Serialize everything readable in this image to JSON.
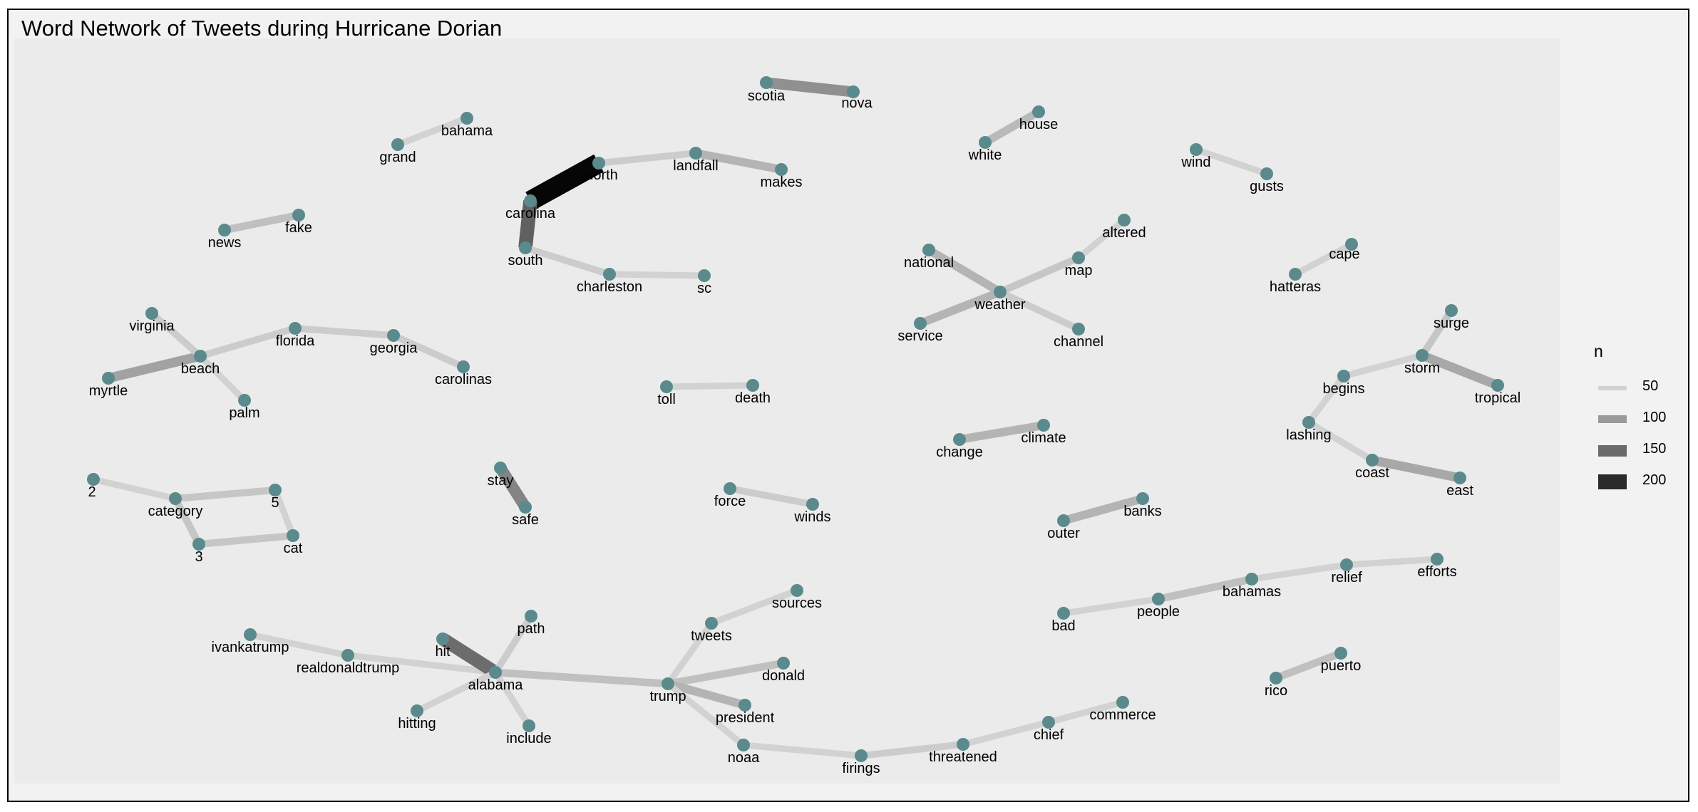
{
  "chart_data": {
    "type": "network",
    "title": "Word Network of Tweets during Hurricane Dorian",
    "node_color": "#5b8a8c",
    "legend": {
      "title": "n",
      "entries": [
        {
          "label": "50",
          "value": 50,
          "color": "#d2d2d2"
        },
        {
          "label": "100",
          "value": 100,
          "color": "#9a9a9a"
        },
        {
          "label": "150",
          "value": 150,
          "color": "#6a6a6a"
        },
        {
          "label": "200",
          "value": 200,
          "color": "#2a2a2a"
        }
      ]
    },
    "nodes": [
      {
        "id": "scotia",
        "label": "scotia"
      },
      {
        "id": "nova",
        "label": "nova"
      },
      {
        "id": "bahama",
        "label": "bahama"
      },
      {
        "id": "grand",
        "label": "grand"
      },
      {
        "id": "north",
        "label": "north"
      },
      {
        "id": "landfall",
        "label": "landfall"
      },
      {
        "id": "makes",
        "label": "makes"
      },
      {
        "id": "carolina",
        "label": "carolina"
      },
      {
        "id": "south",
        "label": "south"
      },
      {
        "id": "charleston",
        "label": "charleston"
      },
      {
        "id": "sc",
        "label": "sc"
      },
      {
        "id": "news",
        "label": "news"
      },
      {
        "id": "fake",
        "label": "fake"
      },
      {
        "id": "house",
        "label": "house"
      },
      {
        "id": "white",
        "label": "white"
      },
      {
        "id": "wind",
        "label": "wind"
      },
      {
        "id": "gusts",
        "label": "gusts"
      },
      {
        "id": "altered",
        "label": "altered"
      },
      {
        "id": "national",
        "label": "national"
      },
      {
        "id": "map",
        "label": "map"
      },
      {
        "id": "weather",
        "label": "weather"
      },
      {
        "id": "service",
        "label": "service"
      },
      {
        "id": "channel",
        "label": "channel"
      },
      {
        "id": "cape",
        "label": "cape"
      },
      {
        "id": "hatteras",
        "label": "hatteras"
      },
      {
        "id": "virginia",
        "label": "virginia"
      },
      {
        "id": "beach",
        "label": "beach"
      },
      {
        "id": "myrtle",
        "label": "myrtle"
      },
      {
        "id": "florida",
        "label": "florida"
      },
      {
        "id": "georgia",
        "label": "georgia"
      },
      {
        "id": "carolinas",
        "label": "carolinas"
      },
      {
        "id": "palm",
        "label": "palm"
      },
      {
        "id": "toll",
        "label": "toll"
      },
      {
        "id": "death",
        "label": "death"
      },
      {
        "id": "surge",
        "label": "surge"
      },
      {
        "id": "storm",
        "label": "storm"
      },
      {
        "id": "begins",
        "label": "begins"
      },
      {
        "id": "tropical",
        "label": "tropical"
      },
      {
        "id": "lashing",
        "label": "lashing"
      },
      {
        "id": "coast",
        "label": "coast"
      },
      {
        "id": "east",
        "label": "east"
      },
      {
        "id": "change",
        "label": "change"
      },
      {
        "id": "climate",
        "label": "climate"
      },
      {
        "id": "2",
        "label": "2"
      },
      {
        "id": "category",
        "label": "category"
      },
      {
        "id": "5",
        "label": "5"
      },
      {
        "id": "3",
        "label": "3"
      },
      {
        "id": "cat",
        "label": "cat"
      },
      {
        "id": "stay",
        "label": "stay"
      },
      {
        "id": "safe",
        "label": "safe"
      },
      {
        "id": "force",
        "label": "force"
      },
      {
        "id": "winds",
        "label": "winds"
      },
      {
        "id": "outer",
        "label": "outer"
      },
      {
        "id": "banks",
        "label": "banks"
      },
      {
        "id": "bad",
        "label": "bad"
      },
      {
        "id": "people",
        "label": "people"
      },
      {
        "id": "bahamas",
        "label": "bahamas"
      },
      {
        "id": "relief",
        "label": "relief"
      },
      {
        "id": "efforts",
        "label": "efforts"
      },
      {
        "id": "sources",
        "label": "sources"
      },
      {
        "id": "tweets",
        "label": "tweets"
      },
      {
        "id": "path",
        "label": "path"
      },
      {
        "id": "ivankatrump",
        "label": "ivankatrump"
      },
      {
        "id": "realdonaldtrump",
        "label": "realdonaldtrump"
      },
      {
        "id": "hit",
        "label": "hit"
      },
      {
        "id": "alabama",
        "label": "alabama"
      },
      {
        "id": "trump",
        "label": "trump"
      },
      {
        "id": "donald",
        "label": "donald"
      },
      {
        "id": "president",
        "label": "president"
      },
      {
        "id": "hitting",
        "label": "hitting"
      },
      {
        "id": "include",
        "label": "include"
      },
      {
        "id": "noaa",
        "label": "noaa"
      },
      {
        "id": "firings",
        "label": "firings"
      },
      {
        "id": "threatened",
        "label": "threatened"
      },
      {
        "id": "chief",
        "label": "chief"
      },
      {
        "id": "commerce",
        "label": "commerce"
      },
      {
        "id": "rico",
        "label": "rico"
      },
      {
        "id": "puerto",
        "label": "puerto"
      }
    ],
    "edges": [
      {
        "source": "scotia",
        "target": "nova",
        "n": 100
      },
      {
        "source": "grand",
        "target": "bahama",
        "n": 45
      },
      {
        "source": "carolina",
        "target": "north",
        "n": 215
      },
      {
        "source": "north",
        "target": "landfall",
        "n": 50
      },
      {
        "source": "landfall",
        "target": "makes",
        "n": 70
      },
      {
        "source": "south",
        "target": "carolina",
        "n": 140
      },
      {
        "source": "south",
        "target": "charleston",
        "n": 50
      },
      {
        "source": "charleston",
        "target": "sc",
        "n": 45
      },
      {
        "source": "news",
        "target": "fake",
        "n": 60
      },
      {
        "source": "white",
        "target": "house",
        "n": 65
      },
      {
        "source": "wind",
        "target": "gusts",
        "n": 45
      },
      {
        "source": "national",
        "target": "weather",
        "n": 70
      },
      {
        "source": "weather",
        "target": "service",
        "n": 70
      },
      {
        "source": "weather",
        "target": "map",
        "n": 55
      },
      {
        "source": "map",
        "target": "altered",
        "n": 45
      },
      {
        "source": "weather",
        "target": "channel",
        "n": 50
      },
      {
        "source": "hatteras",
        "target": "cape",
        "n": 45
      },
      {
        "source": "myrtle",
        "target": "beach",
        "n": 85
      },
      {
        "source": "virginia",
        "target": "beach",
        "n": 50
      },
      {
        "source": "beach",
        "target": "florida",
        "n": 50
      },
      {
        "source": "beach",
        "target": "palm",
        "n": 45
      },
      {
        "source": "florida",
        "target": "georgia",
        "n": 50
      },
      {
        "source": "georgia",
        "target": "carolinas",
        "n": 50
      },
      {
        "source": "toll",
        "target": "death",
        "n": 45
      },
      {
        "source": "storm",
        "target": "surge",
        "n": 55
      },
      {
        "source": "storm",
        "target": "tropical",
        "n": 80
      },
      {
        "source": "begins",
        "target": "storm",
        "n": 45
      },
      {
        "source": "lashing",
        "target": "begins",
        "n": 45
      },
      {
        "source": "lashing",
        "target": "coast",
        "n": 45
      },
      {
        "source": "coast",
        "target": "east",
        "n": 80
      },
      {
        "source": "change",
        "target": "climate",
        "n": 70
      },
      {
        "source": "2",
        "target": "category",
        "n": 45
      },
      {
        "source": "category",
        "target": "5",
        "n": 55
      },
      {
        "source": "category",
        "target": "3",
        "n": 55
      },
      {
        "source": "3",
        "target": "cat",
        "n": 55
      },
      {
        "source": "5",
        "target": "cat",
        "n": 45
      },
      {
        "source": "stay",
        "target": "safe",
        "n": 110
      },
      {
        "source": "force",
        "target": "winds",
        "n": 50
      },
      {
        "source": "outer",
        "target": "banks",
        "n": 70
      },
      {
        "source": "bad",
        "target": "people",
        "n": 45
      },
      {
        "source": "people",
        "target": "bahamas",
        "n": 60
      },
      {
        "source": "bahamas",
        "target": "relief",
        "n": 45
      },
      {
        "source": "relief",
        "target": "efforts",
        "n": 45
      },
      {
        "source": "tweets",
        "target": "sources",
        "n": 45
      },
      {
        "source": "trump",
        "target": "tweets",
        "n": 45
      },
      {
        "source": "ivankatrump",
        "target": "realdonaldtrump",
        "n": 45
      },
      {
        "source": "realdonaldtrump",
        "target": "alabama",
        "n": 45
      },
      {
        "source": "hit",
        "target": "alabama",
        "n": 130
      },
      {
        "source": "alabama",
        "target": "path",
        "n": 50
      },
      {
        "source": "alabama",
        "target": "hitting",
        "n": 45
      },
      {
        "source": "alabama",
        "target": "include",
        "n": 45
      },
      {
        "source": "alabama",
        "target": "trump",
        "n": 60
      },
      {
        "source": "trump",
        "target": "donald",
        "n": 60
      },
      {
        "source": "trump",
        "target": "president",
        "n": 70
      },
      {
        "source": "trump",
        "target": "noaa",
        "n": 45
      },
      {
        "source": "noaa",
        "target": "firings",
        "n": 45
      },
      {
        "source": "firings",
        "target": "threatened",
        "n": 50
      },
      {
        "source": "threatened",
        "target": "chief",
        "n": 45
      },
      {
        "source": "chief",
        "target": "commerce",
        "n": 45
      },
      {
        "source": "rico",
        "target": "puerto",
        "n": 60
      }
    ]
  }
}
